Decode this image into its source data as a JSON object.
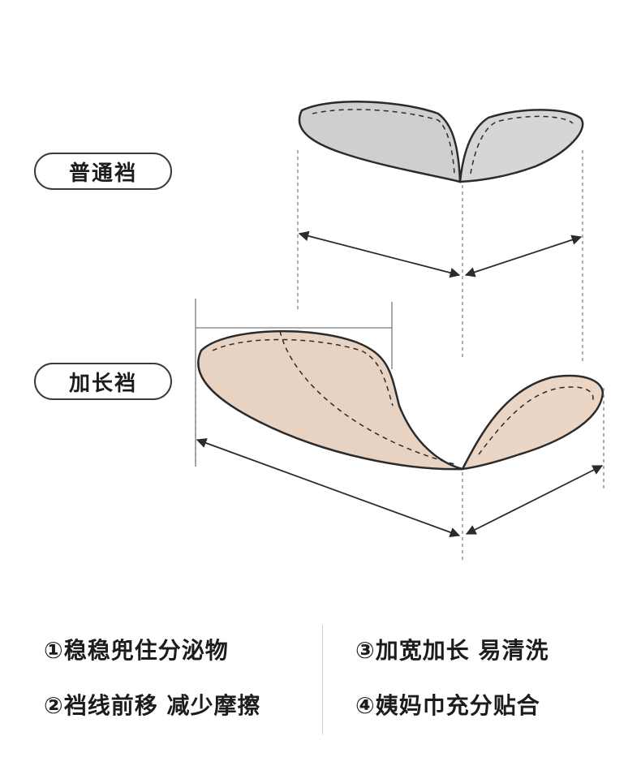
{
  "labels": {
    "normal_crotch": "普通裆",
    "extended_crotch": "加长裆"
  },
  "features": [
    "①稳稳兜住分泌物",
    "②裆线前移 减少摩擦",
    "③加宽加长 易清洗",
    "④姨妈巾充分贴合"
  ],
  "colors": {
    "normal_fill": "#cfcfcf",
    "extended_fill": "#e8d2c2",
    "outline": "#2b2b2b"
  }
}
